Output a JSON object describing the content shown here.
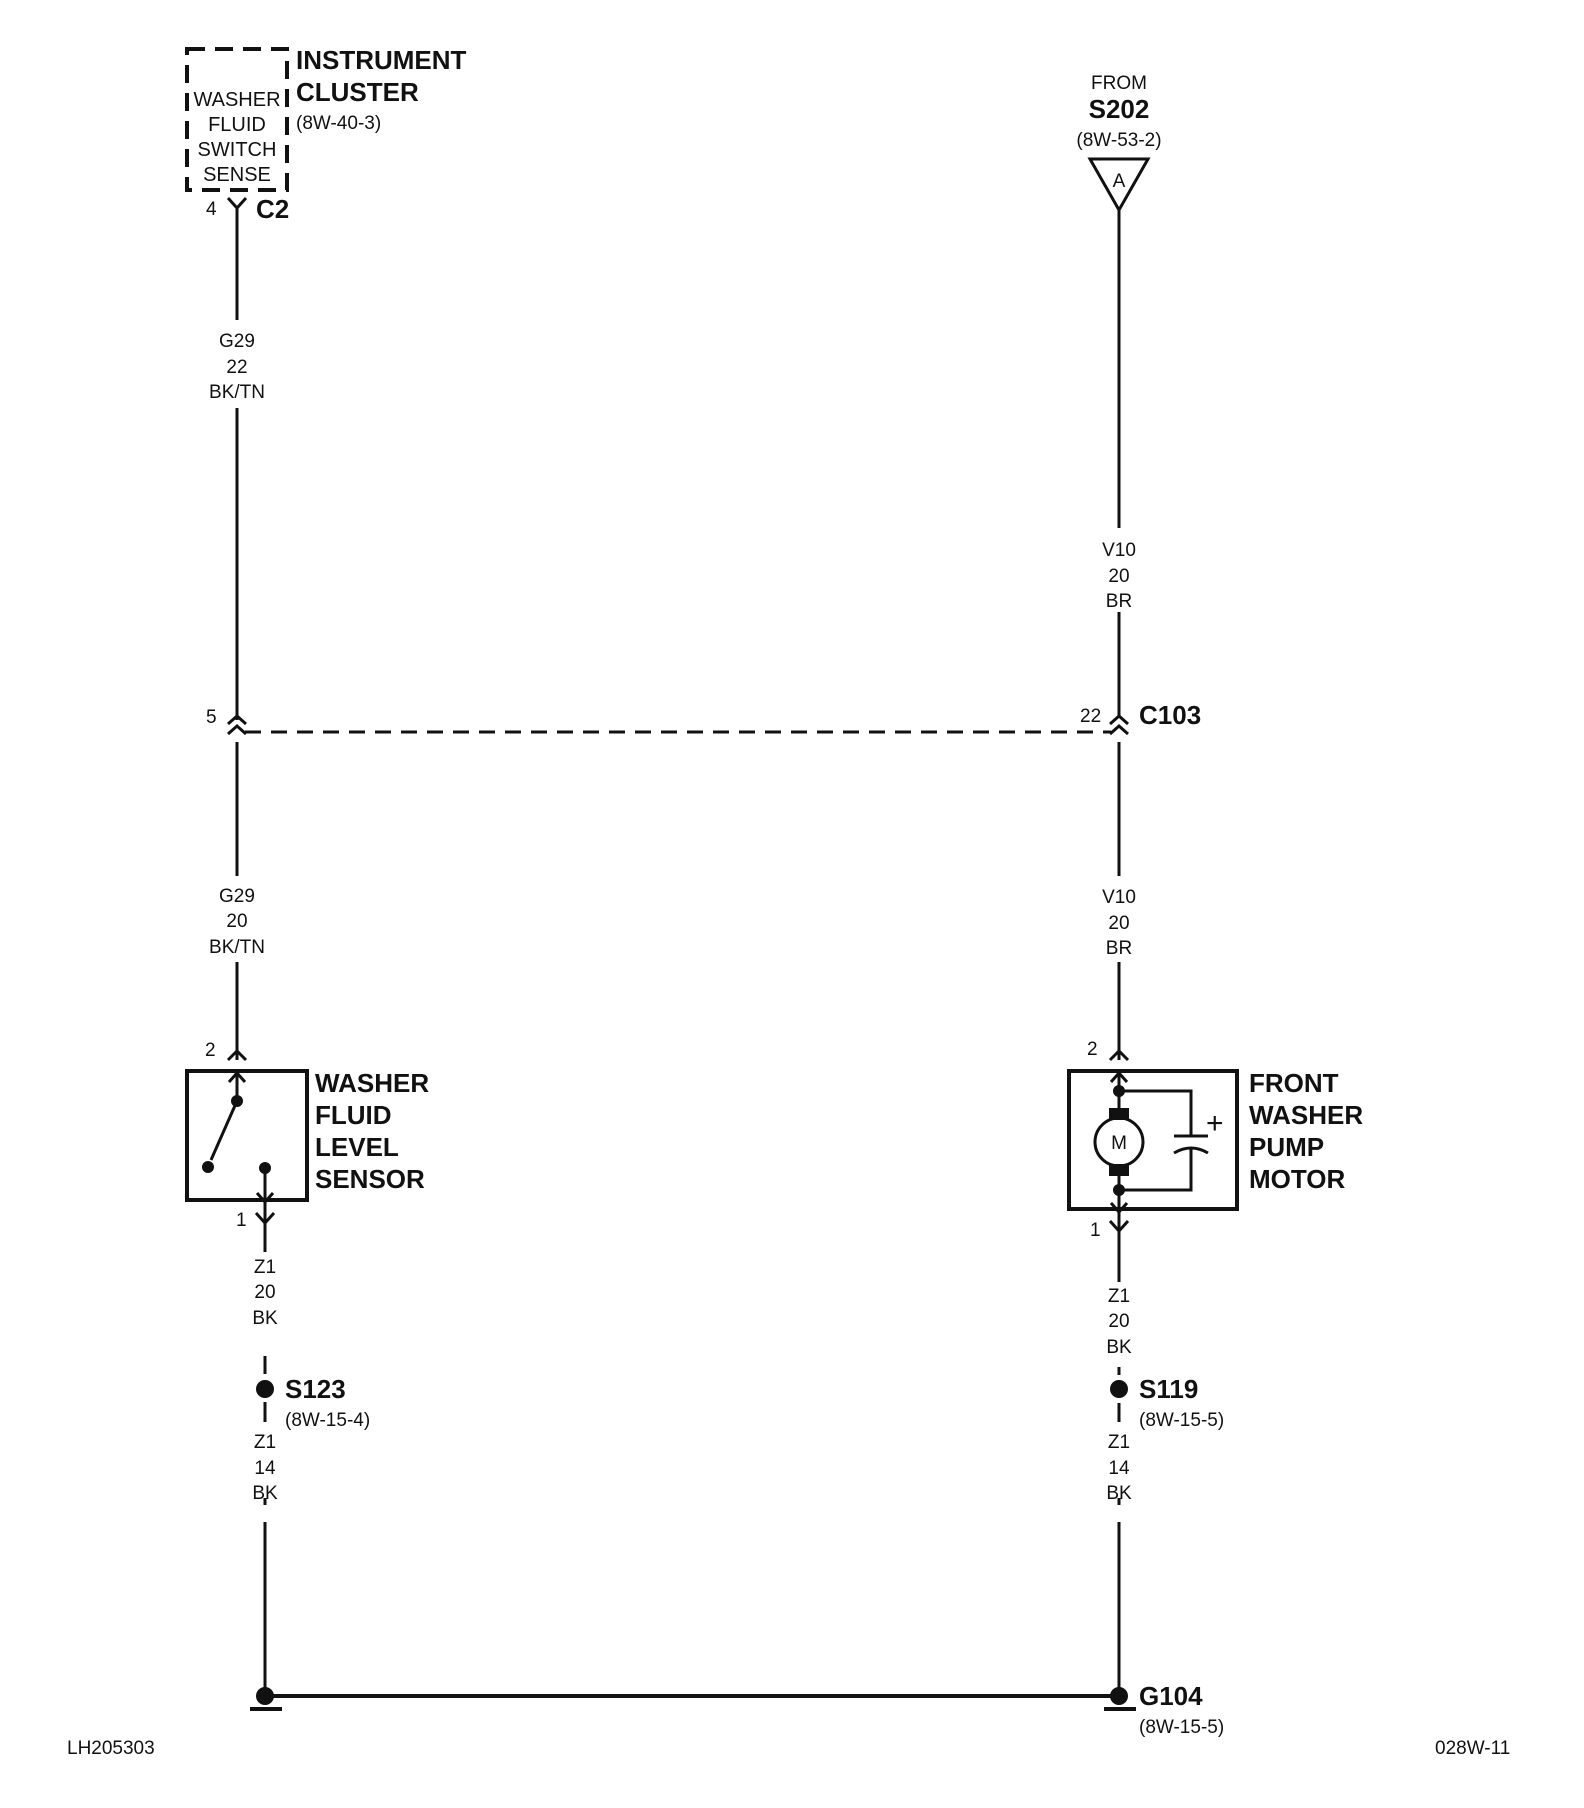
{
  "instrument_cluster": {
    "title_line1": "INSTRUMENT",
    "title_line2": "CLUSTER",
    "ref": "(8W-40-3)",
    "internal_label": [
      "WASHER",
      "FLUID",
      "SWITCH",
      "SENSE"
    ],
    "pin": "4",
    "connector": "C2"
  },
  "source": {
    "from": "FROM",
    "splice": "S202",
    "ref": "(8W-53-2)",
    "terminal": "A"
  },
  "wires": {
    "g29_upper": [
      "G29",
      "22",
      "BK/TN"
    ],
    "g29_lower": [
      "G29",
      "20",
      "BK/TN"
    ],
    "v10_upper": [
      "V10",
      "20",
      "BR"
    ],
    "v10_lower": [
      "V10",
      "20",
      "BR"
    ],
    "z1_left_upper": [
      "Z1",
      "20",
      "BK"
    ],
    "z1_left_lower": [
      "Z1",
      "14",
      "BK"
    ],
    "z1_right_upper": [
      "Z1",
      "20",
      "BK"
    ],
    "z1_right_lower": [
      "Z1",
      "14",
      "BK"
    ]
  },
  "connector_c103": {
    "name": "C103",
    "pin_left": "5",
    "pin_right": "22"
  },
  "level_sensor": {
    "label": [
      "WASHER",
      "FLUID",
      "LEVEL",
      "SENSOR"
    ],
    "pin_top": "2",
    "pin_bottom": "1"
  },
  "pump_motor": {
    "label": [
      "FRONT",
      "WASHER",
      "PUMP",
      "MOTOR"
    ],
    "pin_top": "2",
    "pin_bottom": "1",
    "motor_symbol": "M",
    "capacitor_sign": "+"
  },
  "splices": {
    "left": {
      "name": "S123",
      "ref": "(8W-15-4)"
    },
    "right": {
      "name": "S119",
      "ref": "(8W-15-5)"
    }
  },
  "ground": {
    "name": "G104",
    "ref": "(8W-15-5)"
  },
  "footer": {
    "left_code": "LH205303",
    "right_code": "028W-11"
  }
}
